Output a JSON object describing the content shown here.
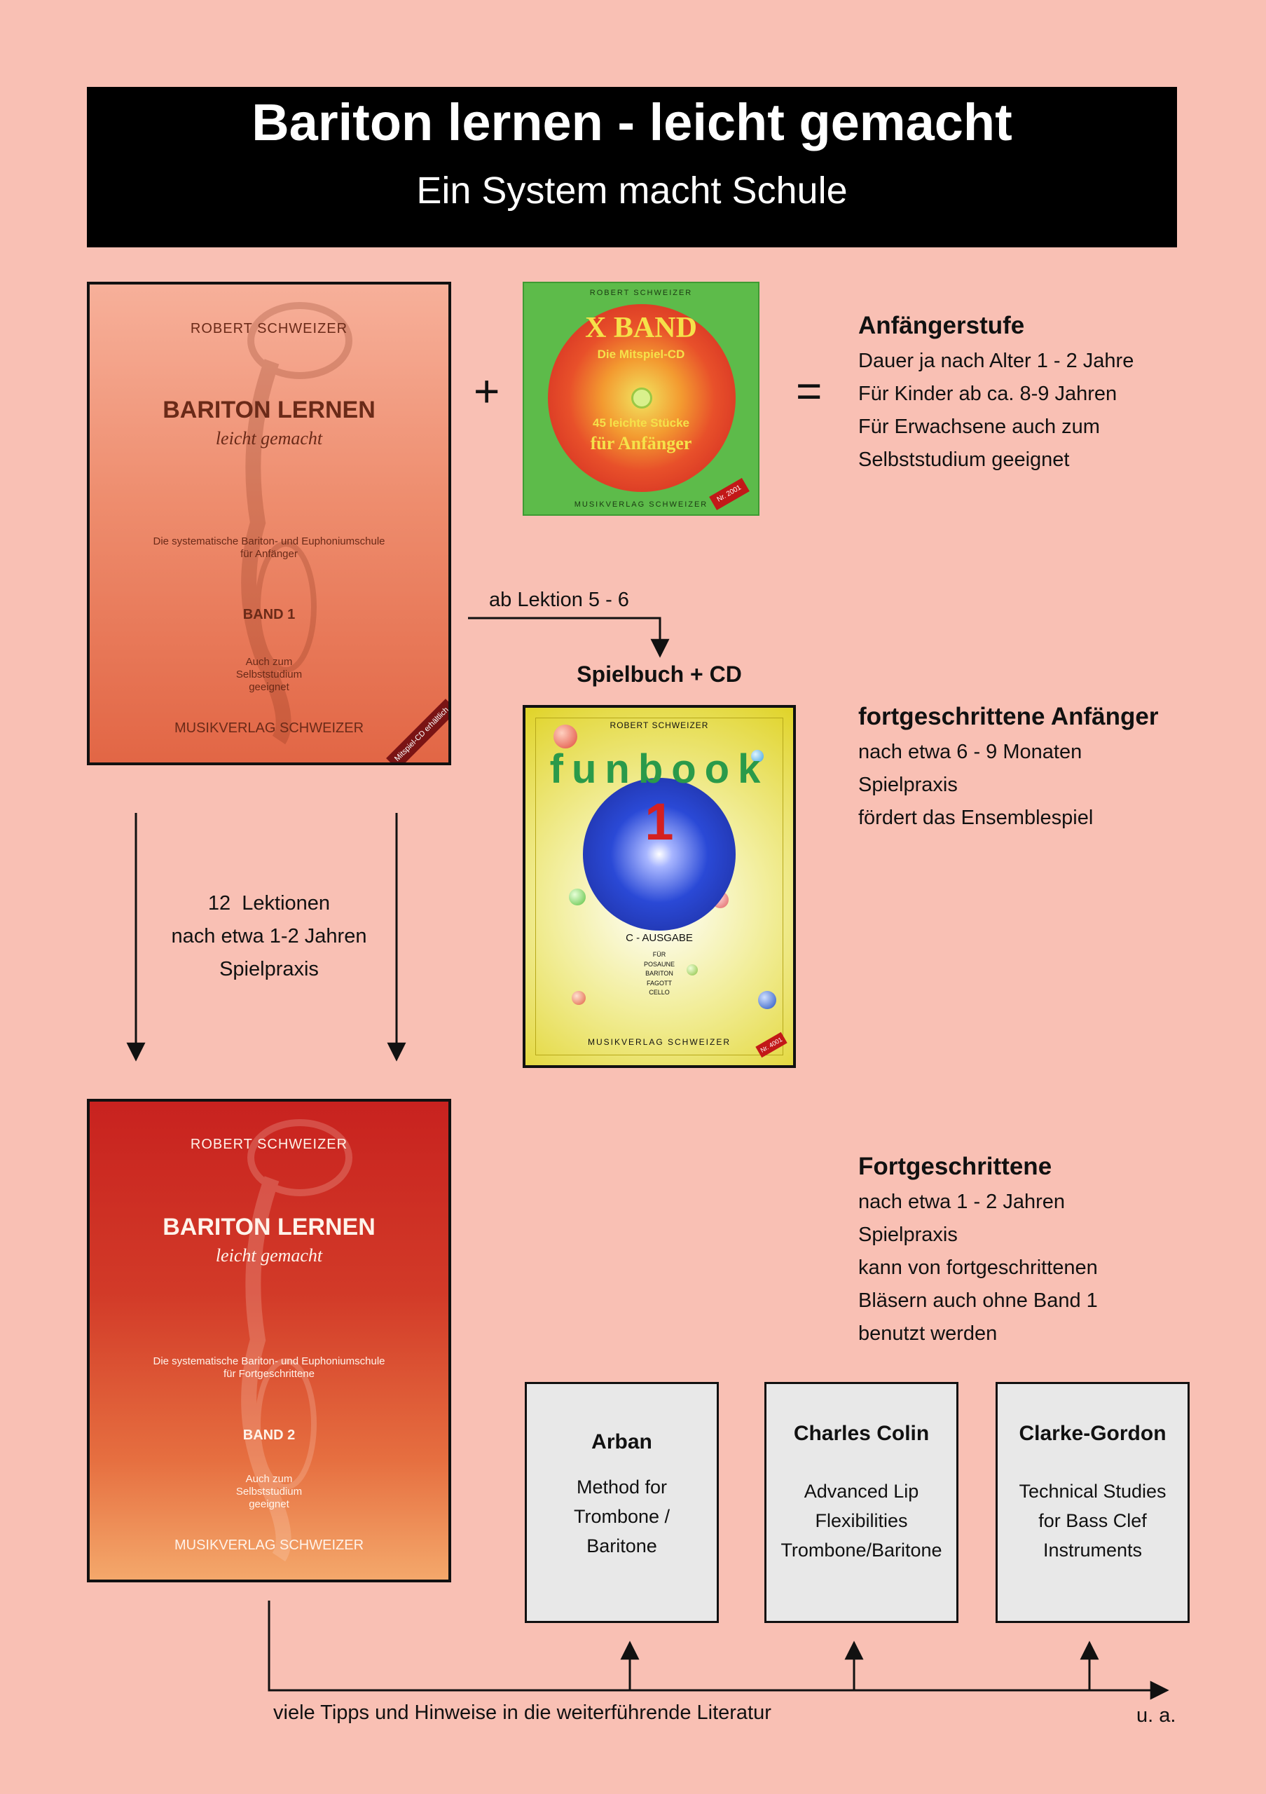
{
  "header": {
    "title": "Bariton lernen - leicht gemacht",
    "subtitle": "Ein System macht Schule"
  },
  "book1": {
    "author": "ROBERT SCHWEIZER",
    "title": "BARITON LERNEN",
    "subtitle": "leicht gemacht",
    "description": "Die systematische Bariton- und Euphoniumschule für Anfänger",
    "band": "BAND 1",
    "self_study": "Auch zum Selbststudium geeignet",
    "publisher": "MUSIKVERLAG SCHWEIZER",
    "sticker": "Mitspiel-CD erhältlich"
  },
  "cd": {
    "author": "ROBERT SCHWEIZER",
    "brand": "X BAND",
    "line1": "Die Mitspiel-CD",
    "line2": "45 leichte Stücke",
    "line3": "für Anfänger",
    "publisher": "MUSIKVERLAG SCHWEIZER",
    "tag": "Nr. 2001"
  },
  "symbols": {
    "plus": "+",
    "equals": "="
  },
  "levels": {
    "beginner": {
      "heading": "Anfängerstufe",
      "lines": [
        "Dauer ja nach Alter 1 - 2 Jahre",
        "Für Kinder ab ca. 8-9 Jahren",
        "Für Erwachsene auch zum",
        "Selbststudium geeignet"
      ]
    },
    "advanced_beginner": {
      "heading": "fortgeschrittene Anfänger",
      "lines": [
        "nach etwa 6 - 9 Monaten",
        "Spielpraxis",
        "fördert das Ensemblespiel"
      ]
    },
    "advanced": {
      "heading": "Fortgeschrittene",
      "lines": [
        "nach etwa 1 - 2 Jahren",
        "Spielpraxis",
        "kann von fortgeschrittenen",
        "Bläsern auch ohne Band 1",
        "benutzt werden"
      ]
    }
  },
  "flow": {
    "from_lesson": "ab Lektion 5 - 6",
    "songbook": "Spielbuch + CD",
    "lessons": [
      "12  Lektionen",
      "nach etwa 1-2 Jahren",
      "Spielpraxis"
    ],
    "bottom_note": "viele Tipps und Hinweise in die weiterführende Literatur",
    "etc": "u. a."
  },
  "funbook": {
    "author": "ROBERT SCHWEIZER",
    "word": "funbook",
    "number": "1",
    "edition": "C - AUSGABE",
    "instruments": [
      "FÜR",
      "POSAUNE",
      "BARITON",
      "FAGOTT",
      "CELLO"
    ],
    "publisher": "MUSIKVERLAG SCHWEIZER",
    "tag": "Nr. 4001"
  },
  "book2": {
    "author": "ROBERT SCHWEIZER",
    "title": "BARITON LERNEN",
    "subtitle": "leicht gemacht",
    "description": "Die systematische Bariton- und Euphoniumschule für Fortgeschrittene",
    "band": "BAND 2",
    "self_study": "Auch zum Selbststudium geeignet",
    "publisher": "MUSIKVERLAG SCHWEIZER"
  },
  "methods": [
    {
      "title": "Arban",
      "desc": [
        "Method for",
        "Trombone /",
        "Baritone"
      ]
    },
    {
      "title": "Charles Colin",
      "desc": [
        "Advanced Lip",
        "Flexibilities",
        "Trombone/Baritone"
      ]
    },
    {
      "title": "Clarke-Gordon",
      "desc": [
        "Technical Studies",
        "for Bass Clef",
        "Instruments"
      ]
    }
  ]
}
